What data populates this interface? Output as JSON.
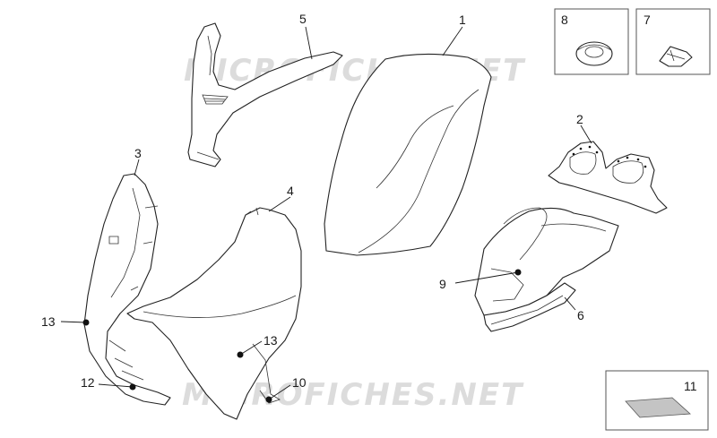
{
  "watermark": {
    "text": "MICROFICHES.NET"
  },
  "labels": {
    "p1": "1",
    "p2": "2",
    "p3": "3",
    "p4": "4",
    "p5": "5",
    "p6": "6",
    "p7": "7",
    "p8": "8",
    "p9": "9",
    "p10": "10",
    "p11": "11",
    "p12": "12",
    "p13a": "13",
    "p13b": "13"
  },
  "colors": {
    "line": "#222222",
    "watermark": "#d9d9d9",
    "pad": "#bfbfbf"
  }
}
